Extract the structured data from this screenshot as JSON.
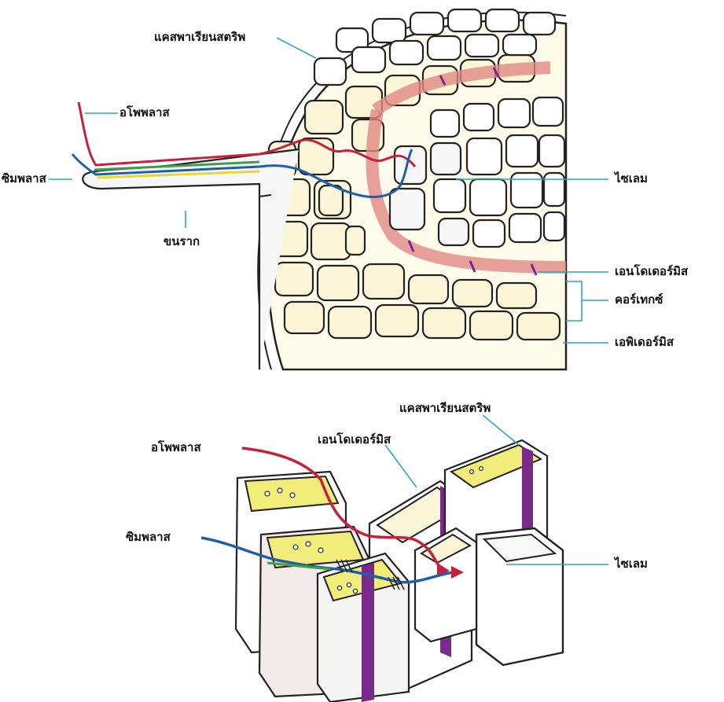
{
  "top_diagram": {
    "labels": {
      "casparian_strip": "แคสพาเรียนสตริพ",
      "apoplast": "อโพพลาส",
      "symplast": "ซิมพลาส",
      "root_hair": "ขนราก",
      "xylem": "ไซเลม",
      "endodermis": "เอนโดเดอร์มิส",
      "cortex": "คอร์เทกซ์",
      "epidermis": "เอพิเดอร์มิส"
    }
  },
  "bottom_diagram": {
    "labels": {
      "casparian_strip": "แคสพาเรียนสตริพ",
      "endodermis": "เอนโดเดอร์มิส",
      "apoplast": "อโพพลาส",
      "symplast": "ซิมพลาส",
      "xylem": "ไซเลม"
    }
  },
  "colors": {
    "apoplast_path": "#c8203a",
    "symplast_path": "#1f5fa8",
    "casparian_strip": "#7a2a8a",
    "endodermis_band": "#e08a84",
    "cortex_fill": "#f2ec7a",
    "leader_line": "#2aa6c9"
  }
}
